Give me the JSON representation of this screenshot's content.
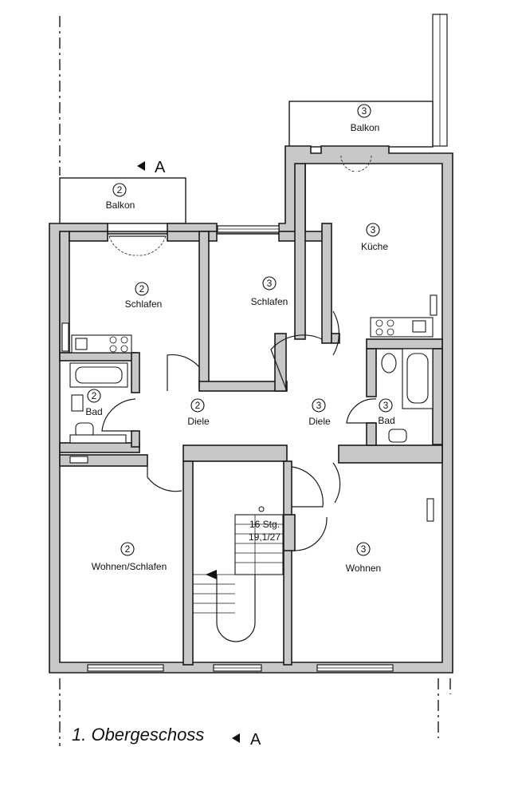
{
  "floor_title": "1. Obergeschoss",
  "section_marker": "A",
  "stairs": {
    "steps": "16 Stg.",
    "ratio": "19,1/27"
  },
  "rooms": [
    {
      "num": "3",
      "name": "Balkon"
    },
    {
      "num": "2",
      "name": "Balkon"
    },
    {
      "num": "3",
      "name": "Küche"
    },
    {
      "num": "2",
      "name": "Schlafen"
    },
    {
      "num": "3",
      "name": "Schlafen"
    },
    {
      "num": "2",
      "name": "Bad"
    },
    {
      "num": "2",
      "name": "Diele"
    },
    {
      "num": "3",
      "name": "Diele"
    },
    {
      "num": "3",
      "name": "Bad"
    },
    {
      "num": "2",
      "name": "Wohnen/Schlafen"
    },
    {
      "num": "3",
      "name": "Wohnen"
    }
  ]
}
